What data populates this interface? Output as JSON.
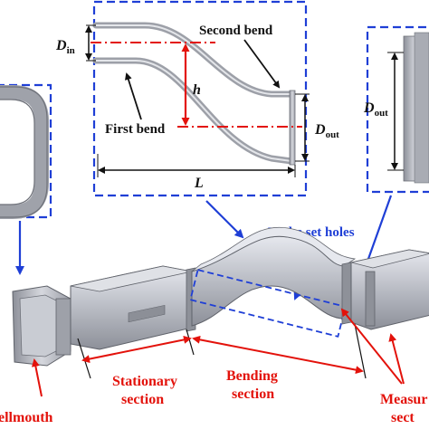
{
  "inset_top": {
    "d_in": "D",
    "d_in_sub": "in",
    "second_bend": "Second bend",
    "h": "h",
    "first_bend": "First bend",
    "d_out": "D",
    "d_out_sub": "out",
    "L": "L"
  },
  "inset_right": {
    "d_out": "D",
    "d_out_sub": "out"
  },
  "labels": {
    "probe_holes": "Probe set holes",
    "stationary_1": "Stationary",
    "stationary_2": "section",
    "bending_1": "Bending",
    "bending_2": "section",
    "measuring_1": "Measur",
    "measuring_2": "sect",
    "bellmouth": "ellmouth"
  },
  "colors": {
    "dash_frame": "#1f3fd6",
    "red_annotation": "#e3120b",
    "blue_arrow": "#1f3fd6",
    "duct_metal": "#b9bcc4"
  }
}
